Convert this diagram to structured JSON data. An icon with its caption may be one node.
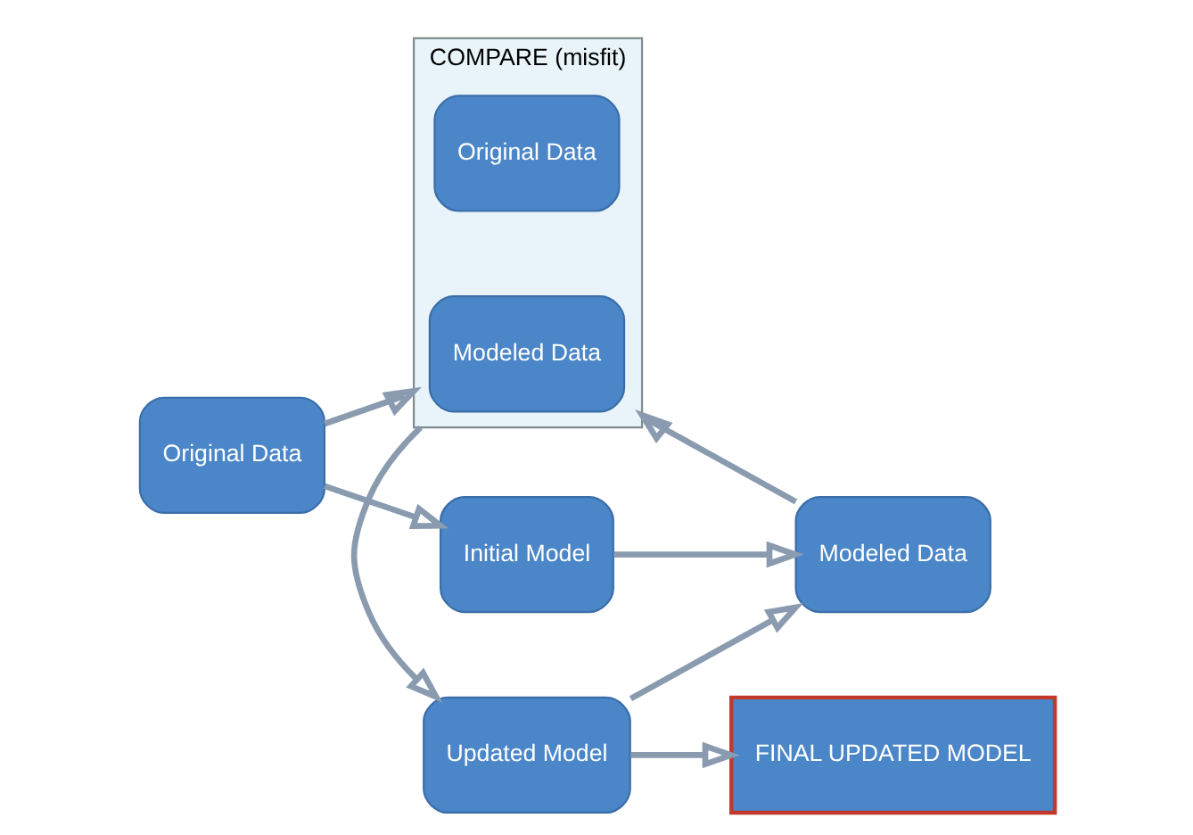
{
  "diagram": {
    "nodes": [
      {
        "text": [
          "Original Data"
        ]
      },
      {
        "text": [
          "COMPARE (misfit)"
        ]
      },
      {
        "text": [
          "Original Data"
        ],
        "in": 1
      },
      {
        "text": [
          "Modeled Data"
        ],
        "in": 1
      },
      {
        "text": [
          "Updated Model"
        ]
      },
      {
        "text": [
          "FINAL UPDATED MODEL"
        ]
      },
      {
        "text": [
          "Initial Model"
        ]
      },
      {
        "text": [
          "Modeled Data"
        ]
      }
    ],
    "edges": [
      {
        "from": 0,
        "to": 1,
        "arrow": "to"
      },
      {
        "from": 0,
        "to": 6,
        "arrow": "to"
      },
      {
        "from": 1,
        "to": 4,
        "arrow": "to"
      },
      {
        "from": 4,
        "to": 5,
        "arrow": "to"
      },
      {
        "from": 4,
        "to": 7,
        "arrow": "to"
      },
      {
        "from": 6,
        "to": 7,
        "arrow": "to"
      },
      {
        "from": 7,
        "to": 1,
        "arrow": "to"
      }
    ]
  }
}
